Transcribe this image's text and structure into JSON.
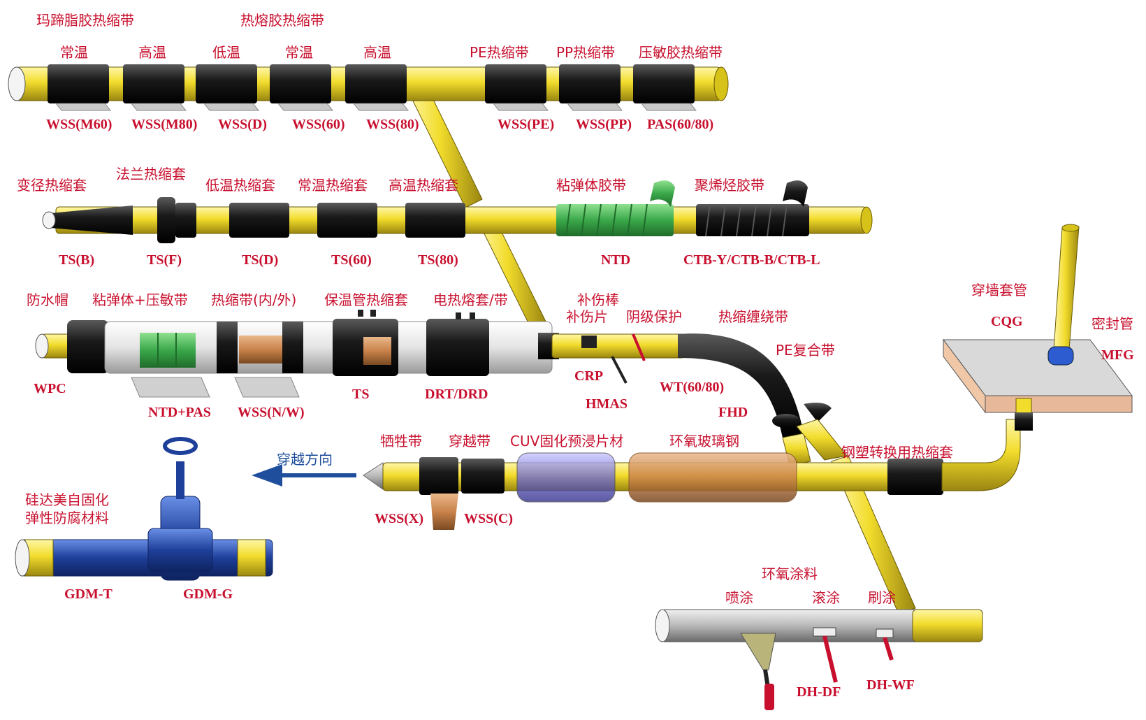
{
  "labels": {
    "group_mastic": "玛蹄脂胶热缩带",
    "group_hotmelt": "热熔胶热缩带",
    "normal_temp_1": "常温",
    "high_temp_1": "高温",
    "low_temp": "低温",
    "normal_temp_2": "常温",
    "high_temp_2": "高温",
    "pe_tape": "PE热缩带",
    "pp_tape": "PP热缩带",
    "psa_tape": "压敏胶热缩带",
    "wss_m60": "WSS(M60)",
    "wss_m80": "WSS(M80)",
    "wss_d": "WSS(D)",
    "wss_60": "WSS(60)",
    "wss_80": "WSS(80)",
    "wss_pe": "WSS(PE)",
    "wss_pp": "WSS(PP)",
    "pas_6080": "PAS(60/80)",
    "reducer_sleeve": "变径热缩套",
    "flange_sleeve": "法兰热缩套",
    "low_temp_sleeve": "低温热缩套",
    "normal_temp_sleeve": "常温热缩套",
    "high_temp_sleeve": "高温热缩套",
    "viscoelastic_tape": "粘弹体胶带",
    "polyolefin_tape": "聚烯烃胶带",
    "ts_b": "TS(B)",
    "ts_f": "TS(F)",
    "ts_d": "TS(D)",
    "ts_60": "TS(60)",
    "ts_80": "TS(80)",
    "ntd": "NTD",
    "ctb": "CTB-Y/CTB-B/CTB-L",
    "waterproof_cap": "防水帽",
    "visco_psa": "粘弹体+压敏带",
    "shrink_tape_inout": "热缩带(内/外)",
    "insulated_sleeve": "保温管热缩套",
    "electrofusion": "电热熔套/带",
    "repair_stick": "补伤棒",
    "repair_patch": "补伤片",
    "cathodic": "阴级保护",
    "wrap_tape": "热缩缠绕带",
    "pe_composite": "PE复合带",
    "wpc": "WPC",
    "ntd_pas": "NTD+PAS",
    "wss_nw": "WSS(N/W)",
    "ts": "TS",
    "drt_drd": "DRT/DRD",
    "crp": "CRP",
    "hmas": "HMAS",
    "wt_6080": "WT(60/80)",
    "fhd": "FHD",
    "wall_sleeve": "穿墙套管",
    "cqg": "CQG",
    "seal_tube": "密封管",
    "mfg": "MFG",
    "sacrificial_tape": "牺牲带",
    "crossing_tape": "穿越带",
    "cuv_sheet": "CUV固化预浸片材",
    "epoxy_frp": "环氧玻璃钢",
    "steel_plastic": "钢塑转换用热缩套",
    "wss_x": "WSS(X)",
    "wss_c": "WSS(C)",
    "crossing_direction": "穿越方向",
    "silicone_line1": "硅达美自固化",
    "silicone_line2": "弹性防腐材料",
    "gdm_t": "GDM-T",
    "gdm_g": "GDM-G",
    "epoxy_coating": "环氧涂料",
    "spray": "喷涂",
    "roll": "滚涂",
    "brush": "刷涂",
    "dh_df": "DH-DF",
    "dh_wf": "DH-WF"
  },
  "colors": {
    "pipe_yellow": "#f2dc2c",
    "wrap_black": "#1a1a1a",
    "label_red": "#c8102e",
    "arrow_blue": "#1f4e9c",
    "green_tape": "#3aa84a",
    "valve_blue": "#1e3f9a",
    "frp_orange": "#c9824a",
    "cuv_purple": "#6e6ad0"
  }
}
